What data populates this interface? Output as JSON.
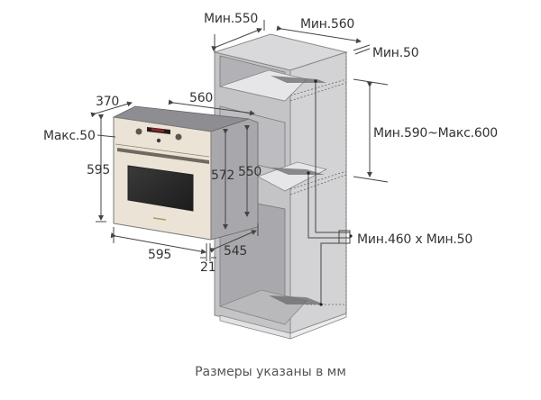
{
  "caption": "Размеры указаны в мм",
  "oven": {
    "dimensions": {
      "depth_body": "370",
      "depth_total": "560",
      "max_gap": "Макс.50",
      "height_front": "595",
      "height_body": "572",
      "height_inner": "550",
      "width_front": "595",
      "front_panel": "21",
      "width_body": "545"
    }
  },
  "cabinet": {
    "dimensions": {
      "min_width": "Мин.550",
      "min_depth": "Мин.560",
      "min_back_gap": "Мин.50",
      "niche_height": "Мин.590~Макс.600",
      "vent_opening": "Мин.460 x Мин.50"
    }
  },
  "colors": {
    "cabinet_face": "#c9c9cc",
    "cabinet_side": "#d6d6d8",
    "oven_front": "#ebe4d6",
    "oven_body": "#9a9a9e",
    "line": "#444444"
  }
}
